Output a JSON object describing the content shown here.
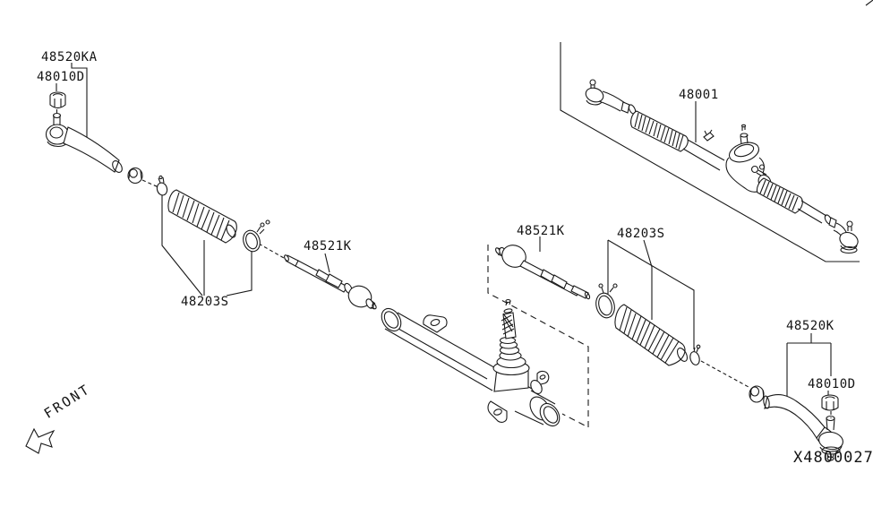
{
  "diagram_code": "X4800027",
  "front_label": "FRONT",
  "parts": {
    "tie_rod_end_kit_left": "48520KA",
    "nut_left": "48010D",
    "boot_kit_left": "48203S",
    "inner_socket_kit_left": "48521K",
    "steering_gear_assembly": "48001",
    "inner_socket_kit_right": "48521K",
    "boot_kit_right": "48203S",
    "tie_rod_end_kit_right": "48520K",
    "nut_right": "48010D"
  }
}
